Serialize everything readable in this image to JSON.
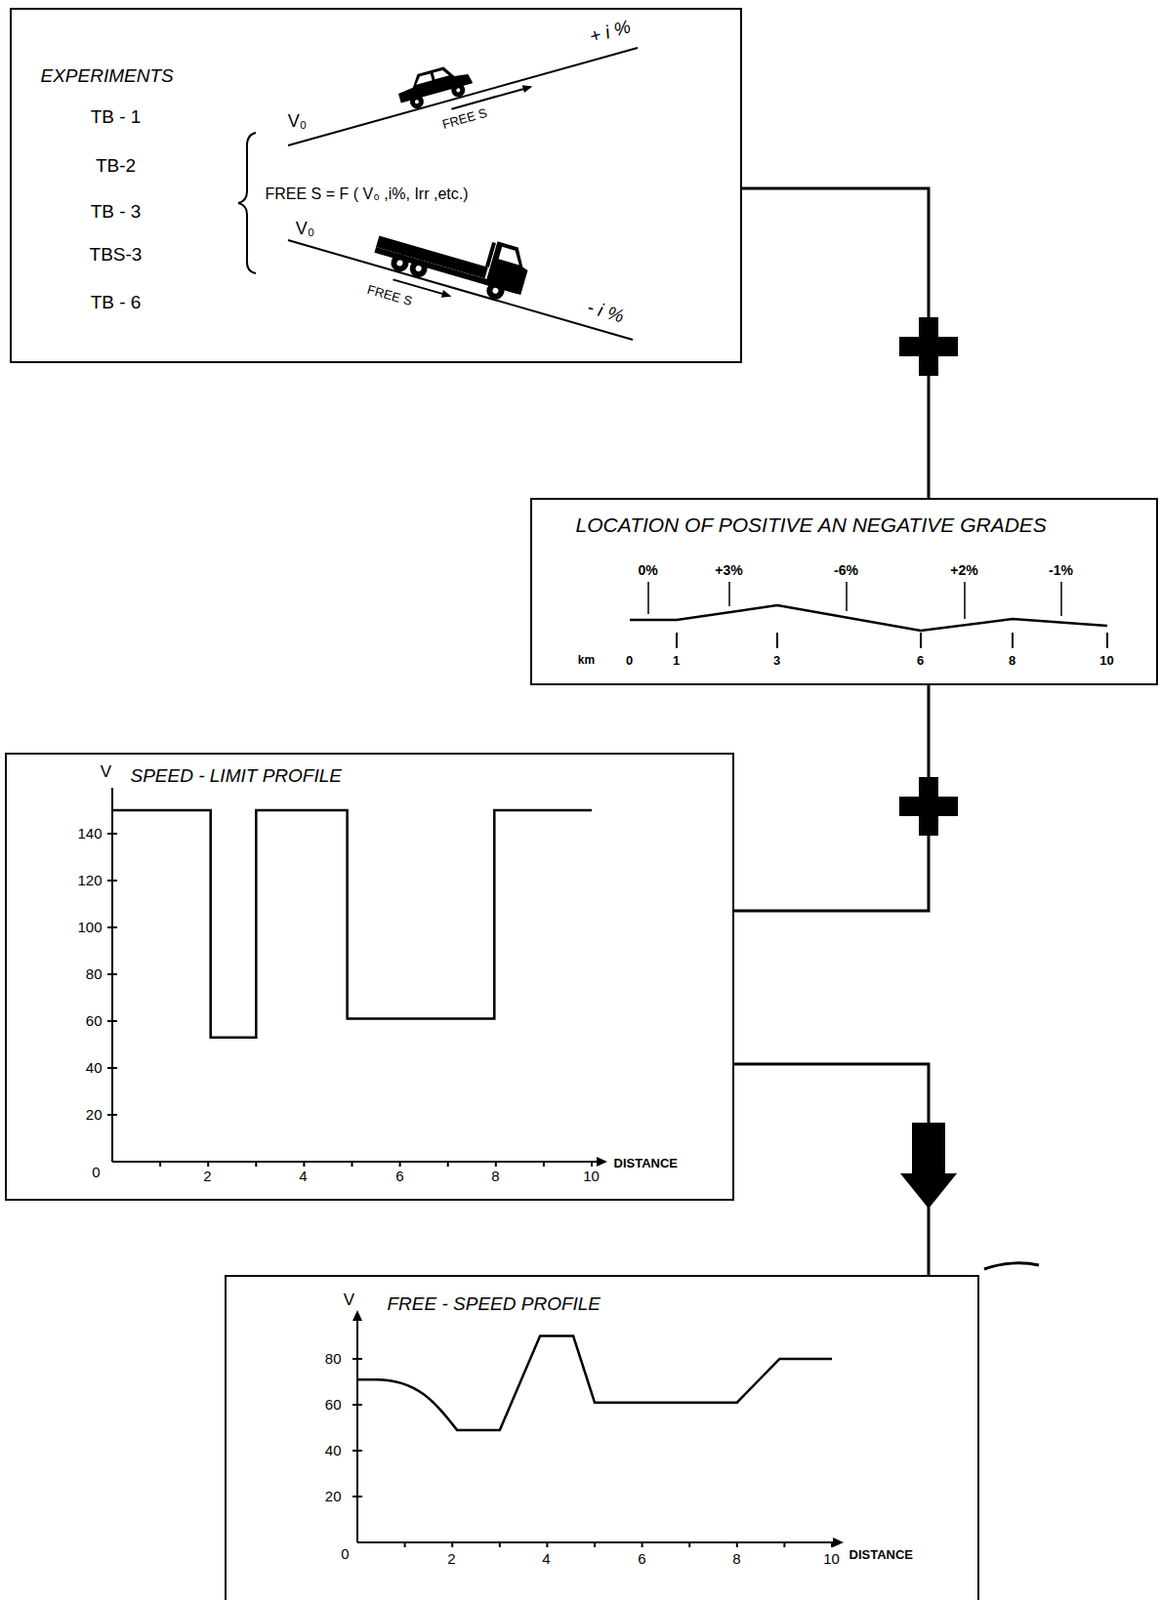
{
  "diagram": {
    "nodes": [
      {
        "text": [
          "EXPERIMENTS",
          "TB - 1",
          "TB-2",
          "TB - 3",
          "TBS-3",
          "TB - 6",
          "FREE S = F ( V₀ ,i%, Irr ,etc.)",
          "V₀",
          "FREE S",
          "+ i %",
          "V₀",
          "FREE S",
          "- i %"
        ]
      },
      {
        "text": [
          "LOCATION OF POSITIVE AN NEGATIVE GRADES",
          "0%",
          "+3%",
          "-6%",
          "+2%",
          "-1%",
          "km",
          "0",
          "1",
          "3",
          "6",
          "8",
          "10"
        ]
      },
      {
        "text": [
          "SPEED - LIMIT PROFILE",
          "V",
          "140",
          "120",
          "100",
          "80",
          "60",
          "40",
          "20",
          "0",
          "2",
          "4",
          "6",
          "8",
          "10",
          "DISTANCE"
        ]
      },
      {
        "text": [
          "FREE - SPEED PROFILE",
          "V",
          "80",
          "60",
          "40",
          "20",
          "0",
          "2",
          "4",
          "6",
          "8",
          "10",
          "DISTANCE"
        ]
      }
    ],
    "edges": [
      {
        "from": 0,
        "to": 1,
        "arrow": "none"
      },
      {
        "from": 1,
        "to": 2,
        "arrow": "none"
      },
      {
        "from": 2,
        "to": 3,
        "arrow": "to"
      }
    ]
  }
}
